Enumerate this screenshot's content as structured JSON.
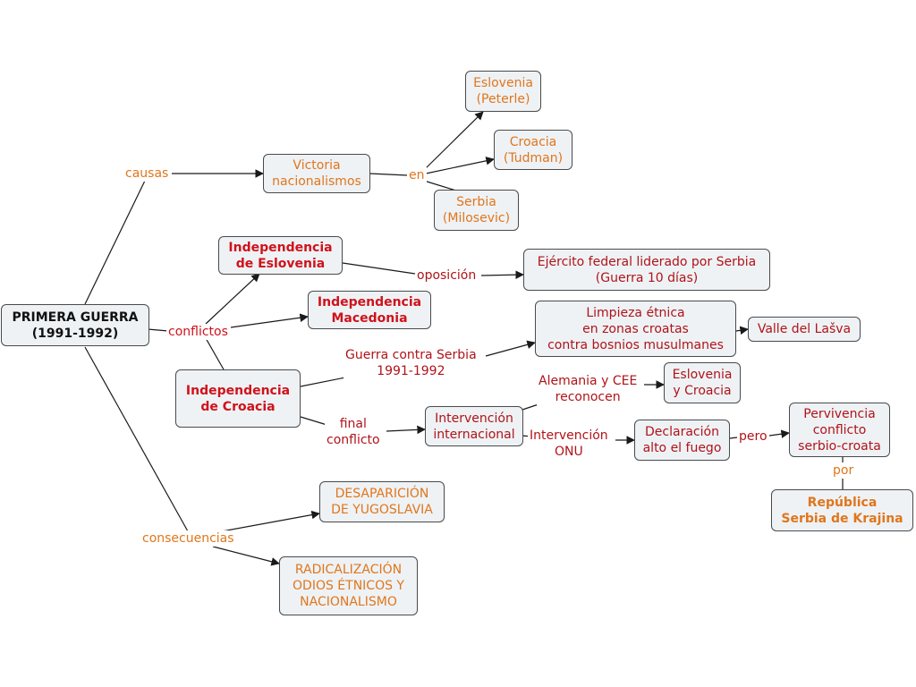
{
  "colors": {
    "orange": "#e0761c",
    "red": "#d0121b",
    "dark_red": "#b01319",
    "node_fill": "#eef2f5",
    "node_border": "#4a4a4a",
    "line": "#1a1a1a"
  },
  "nodes": {
    "root": "PRIMERA GUERRA\n(1991-1992)",
    "victoria": "Victoria\nnacionalismos",
    "eslovenia_peterle": "Eslovenia\n(Peterle)",
    "croacia_tudman": "Croacia\n(Tudman)",
    "serbia_milosevic": "Serbia\n(Milosevic)",
    "indep_eslovenia": "Independencia\nde Eslovenia",
    "indep_macedonia": "Independencia\nMacedonia",
    "indep_croacia": "Independencia\nde Croacia",
    "ejercito_federal": "Ejército federal liderado por Serbia\n(Guerra 10 días)",
    "limpieza_etnica": "Limpieza étnica\nen zonas croatas\ncontra bosnios musulmanes",
    "valle_lasva": "Valle del Lašva",
    "eslovenia_croacia": "Eslovenia\ny Croacia",
    "intervencion_internacional": "Intervención\ninternacional",
    "declaracion": "Declaración\nalto el fuego",
    "pervivencia": "Pervivencia\nconflicto\nserbio-croata",
    "republica_krajina": "República\nSerbia de Krajina",
    "desaparicion": "DESAPARICIÓN\nDE YUGOSLAVIA",
    "radicalizacion": "RADICALIZACIÓN\nODIOS ÉTNICOS Y\nNACIONALISMO"
  },
  "links": {
    "causas": "causas",
    "en": "en",
    "conflictos": "conflictos",
    "oposicion": "oposición",
    "guerra_contra_serbia": "Guerra contra Serbia\n1991-1992",
    "alemania_cee": "Alemania y CEE\nreconocen",
    "final_conflicto": "final\nconflicto",
    "intervencion_onu": "Intervención\nONU",
    "pero": "pero",
    "por": "por",
    "consecuencias": "consecuencias"
  }
}
